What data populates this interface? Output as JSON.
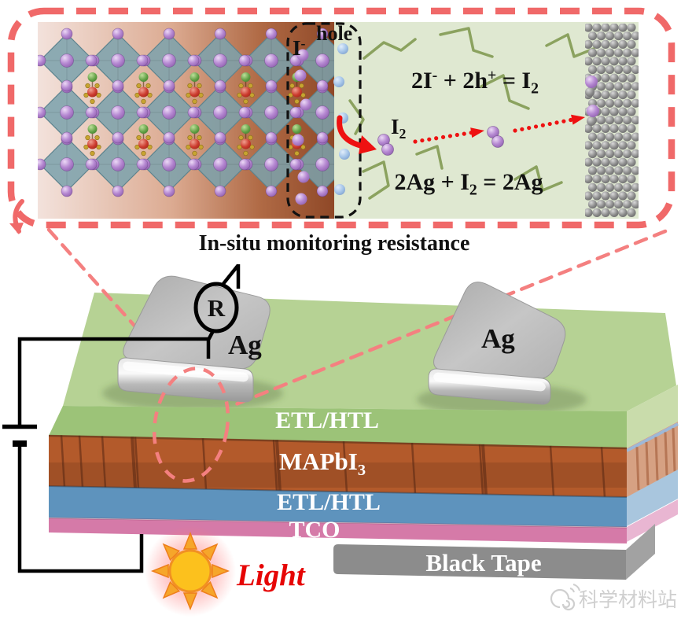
{
  "figure": {
    "caption": "In-situ monitoring resistance",
    "inset": {
      "hole_label": "hole",
      "iodide_label_parts": [
        {
          "t": "I"
        },
        {
          "sup": "-"
        }
      ],
      "i2_label_parts": [
        {
          "t": "I"
        },
        {
          "sub": "2"
        }
      ],
      "equation1_parts": [
        {
          "t": "2I"
        },
        {
          "sup": "-"
        },
        {
          "t": " + 2h"
        },
        {
          "sup": "+"
        },
        {
          "t": " = I"
        },
        {
          "sub": "2"
        }
      ],
      "equation2_parts": [
        {
          "t": "2Ag + I"
        },
        {
          "sub": "2"
        },
        {
          "t": " = 2Ag"
        }
      ]
    },
    "device": {
      "meter_label": "R",
      "electrodes": [
        {
          "label": "Ag"
        },
        {
          "label": "Ag"
        }
      ],
      "layers": [
        {
          "name": "ETL/HTL",
          "label_parts": [
            {
              "t": "ETL/HTL"
            }
          ],
          "color": "#9cc378"
        },
        {
          "name": "MAPbI3",
          "label_parts": [
            {
              "t": "MAPbI"
            },
            {
              "sub": "3"
            }
          ],
          "color": "#b35a2b"
        },
        {
          "name": "ETL/HTL",
          "label_parts": [
            {
              "t": "ETL/HTL"
            }
          ],
          "color": "#5e93bd"
        },
        {
          "name": "TCO",
          "label_parts": [
            {
              "t": "TCO"
            }
          ],
          "color": "#d57aa8"
        }
      ],
      "tape_label": "Black Tape"
    },
    "light_label": "Light",
    "watermark": "科学材料站",
    "colors": {
      "inset_border": "#f06969",
      "callout": "#f48080",
      "arrow_red": "#ee1111",
      "squiggle": "#8ba25f",
      "inset_bg": "#dfe8d1",
      "perov_grad": [
        "#f3e2dc",
        "#dcab92",
        "#b06a45",
        "#8f4827"
      ],
      "octahedron": "#7ca2ac",
      "octahedron_edge": "#5d838e",
      "iodide_purple": "#b689d2",
      "hole_blue": "#a4c4e8",
      "silver": "#8a8a8a",
      "green_front": "#9cc378",
      "green_top": "#b6d294",
      "green_side": "#c9dcab",
      "orange_front": "#b35a2b",
      "orange_side": "#d6a183",
      "blue_front": "#5e93bd",
      "blue_side": "#a9c6de",
      "pink_front": "#d57aa8",
      "pink_side": "#e9b6d2",
      "tape_front": "#8c8c8c",
      "tape_side": "#a2a2a2",
      "sun_core": "#fcc11d",
      "sun_ray": "#f6a62a",
      "light_text": "#e60505",
      "wire": "#000000",
      "label_white": "#ffffff",
      "watermark_gray": "#c4c4c4"
    }
  }
}
